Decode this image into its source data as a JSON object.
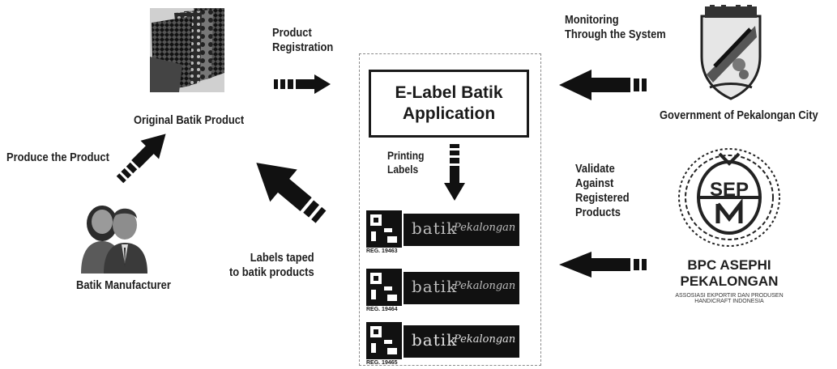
{
  "labels": {
    "product_registration": "Product\nRegistration",
    "original_batik_product": "Original Batik Product",
    "produce_the_product": "Produce the Product",
    "batik_manufacturer": "Batik Manufacturer",
    "labels_taped": "Labels taped\nto batik products",
    "monitoring": "Monitoring\nThrough the System",
    "government": "Government of Pekalongan City",
    "validate": "Validate\nAgainst\nRegistered\nProducts",
    "bpc_asephi": "BPC ASEPHI\nPEKALONGAN",
    "asephi_sub": "ASSOSIASI EKPORTIR DAN PRODUSEN\nHANDICRAFT INDONESIA",
    "printing_labels": "Printing\nLabels",
    "app_title": "E-Label Batik\nApplication",
    "seal_text": "SEP"
  },
  "tags": [
    {
      "reg": "REG. 19463",
      "word": "batik",
      "script": "Pekalongan"
    },
    {
      "reg": "REG. 19464",
      "word": "batik",
      "script": "Pekalongan"
    },
    {
      "reg": "REG. 19465",
      "word": "batik",
      "script": "Pekalongan"
    }
  ],
  "icons": {
    "batik": "batik-fabric-stack-icon",
    "people": "manufacturer-people-icon",
    "gov": "pekalongan-city-emblem-icon",
    "seal": "asephi-seal-icon"
  },
  "colors": {
    "ink": "#1a1a1a",
    "label_band": "#111111",
    "dash": "#8a8a8a"
  }
}
